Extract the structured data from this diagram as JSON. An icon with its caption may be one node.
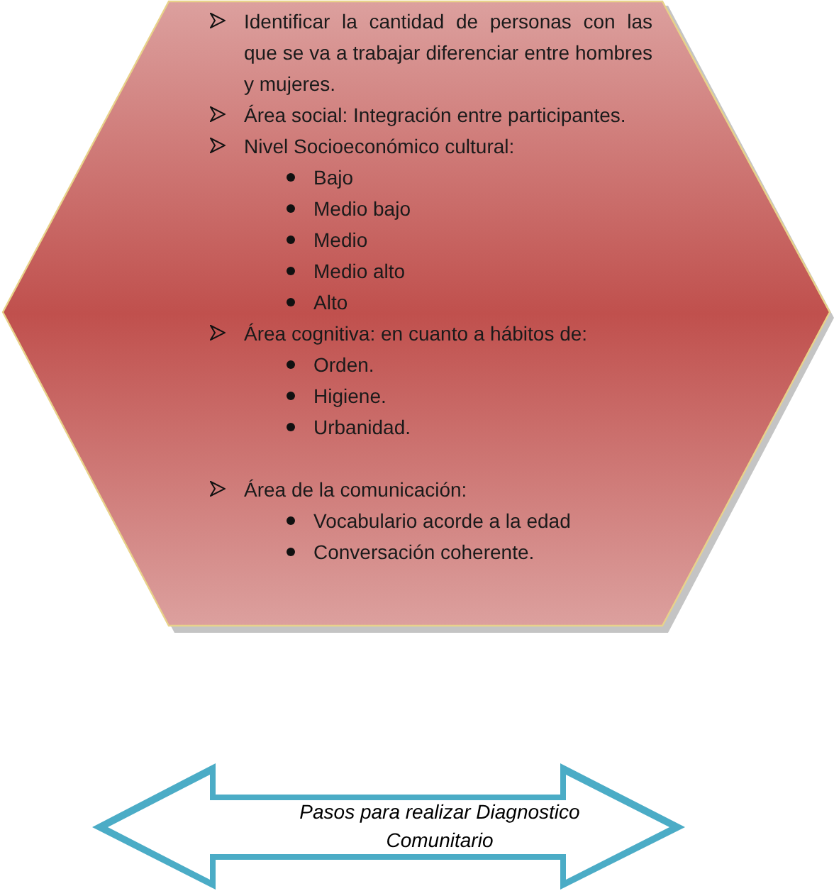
{
  "diagram": {
    "nodes": [
      {
        "text": [
          "Identificar la cantidad de personas con las que se va a trabajar diferenciar entre hombres y mujeres.",
          "Área social: Integración entre participantes.",
          "Nivel Socioeconómico cultural:",
          "Bajo",
          "Medio bajo",
          "Medio",
          "Medio alto",
          "Alto",
          "Área cognitiva: en cuanto a hábitos de:",
          "Orden.",
          "Higiene.",
          "Urbanidad.",
          "Área de la comunicación:",
          "Vocabulario acorde a la edad",
          "Conversación coherente."
        ]
      },
      {
        "text": [
          "Pasos para realizar Diagnostico Comunitario"
        ]
      }
    ]
  }
}
